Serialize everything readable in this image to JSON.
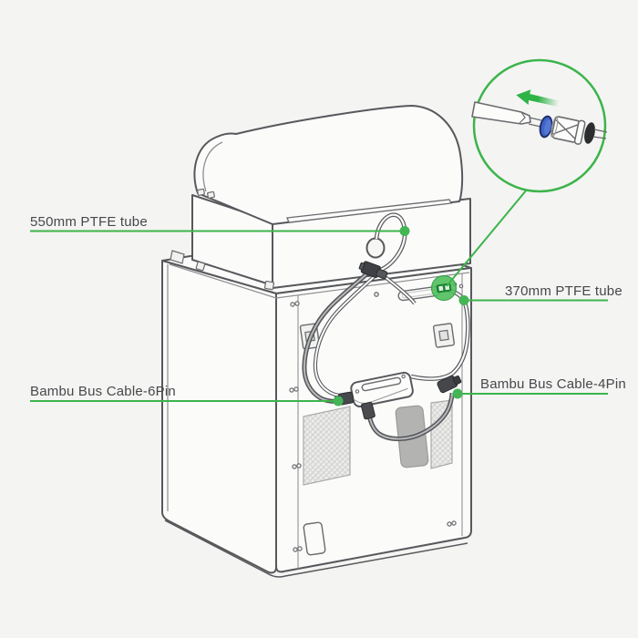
{
  "figure": {
    "subject": "3D printer rear view with AMS unit and filament buffer hookup",
    "style": "technical line illustration with green callouts"
  },
  "callouts": {
    "tube550": {
      "label": "550mm PTFE tube"
    },
    "tube370": {
      "label": "370mm PTFE tube"
    },
    "cable6": {
      "label": "Bambu Bus Cable-6Pin"
    },
    "cable4": {
      "label": "Bambu Bus Cable-4Pin"
    }
  },
  "colors": {
    "background": "#f4f4f2",
    "accent_green": "#3cb44b",
    "outline_gray": "#57585c",
    "label_text": "#47484c",
    "connector_blue": "#4064c9",
    "oring_black": "#2c2d2f",
    "vent_gray": "#bdbebc",
    "recess_gray": "#b3b4b2"
  }
}
